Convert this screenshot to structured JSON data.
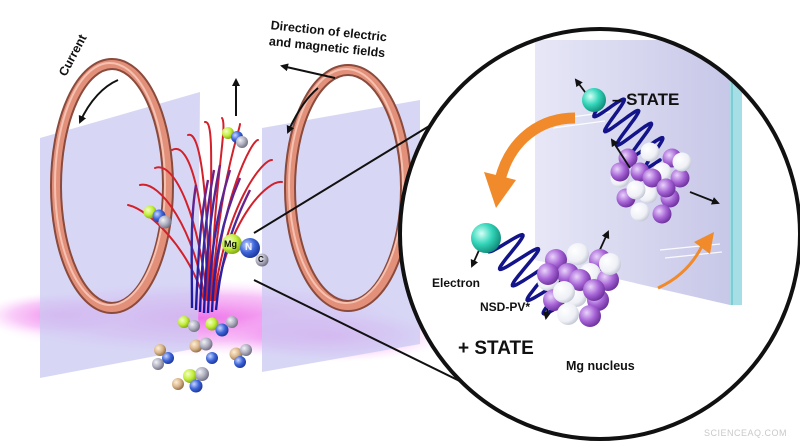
{
  "labels": {
    "direction_line1": "Direction of electric",
    "direction_line2": "and magnetic fields",
    "current": "Current",
    "minus_state": "– STATE",
    "plus_state": "+ STATE",
    "electron": "Electron",
    "nsd_pv": "NSD-PV*",
    "mg_nucleus": "Mg nucleus",
    "watermark": "SCIENCEAQ.COM"
  },
  "molecule_atoms": {
    "mg": "Mg",
    "n": "N",
    "c": "C"
  },
  "colors": {
    "ring_copper": "#e3907a",
    "plate_lavender": "#c9c9f2",
    "laser_beam": "#e860e0",
    "field_line_red": "#d3202a",
    "field_line_blue": "#2a2aa8",
    "arrow_orange": "#f08a2a",
    "electron_teal": "#2fd1b4",
    "proton_purple": "#a25fd0",
    "neutron_white": "#f2f4f8",
    "wave_navy": "#13138a",
    "mg_atom_green": "#c2ee3a",
    "n_atom_blue": "#3b63d8",
    "c_atom_grey": "#a9a9b9"
  }
}
